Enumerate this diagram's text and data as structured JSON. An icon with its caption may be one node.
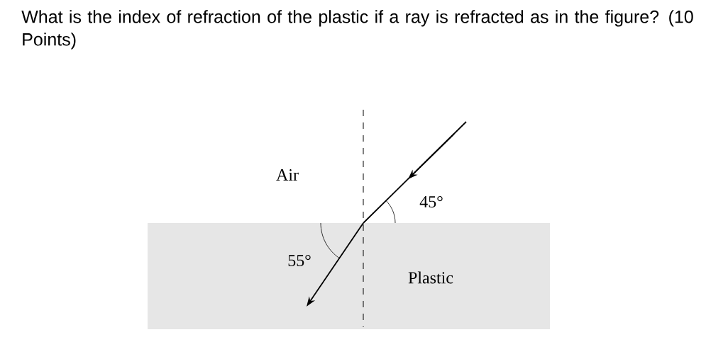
{
  "diagram": {
    "title": "What is the index of refraction of the plastic if a ray is refracted as in the figure? (10 Points)",
    "nodes": [
      {
        "text": [
          "Plastic"
        ]
      }
    ],
    "labels": [
      "Air",
      "45°",
      "55°"
    ]
  }
}
